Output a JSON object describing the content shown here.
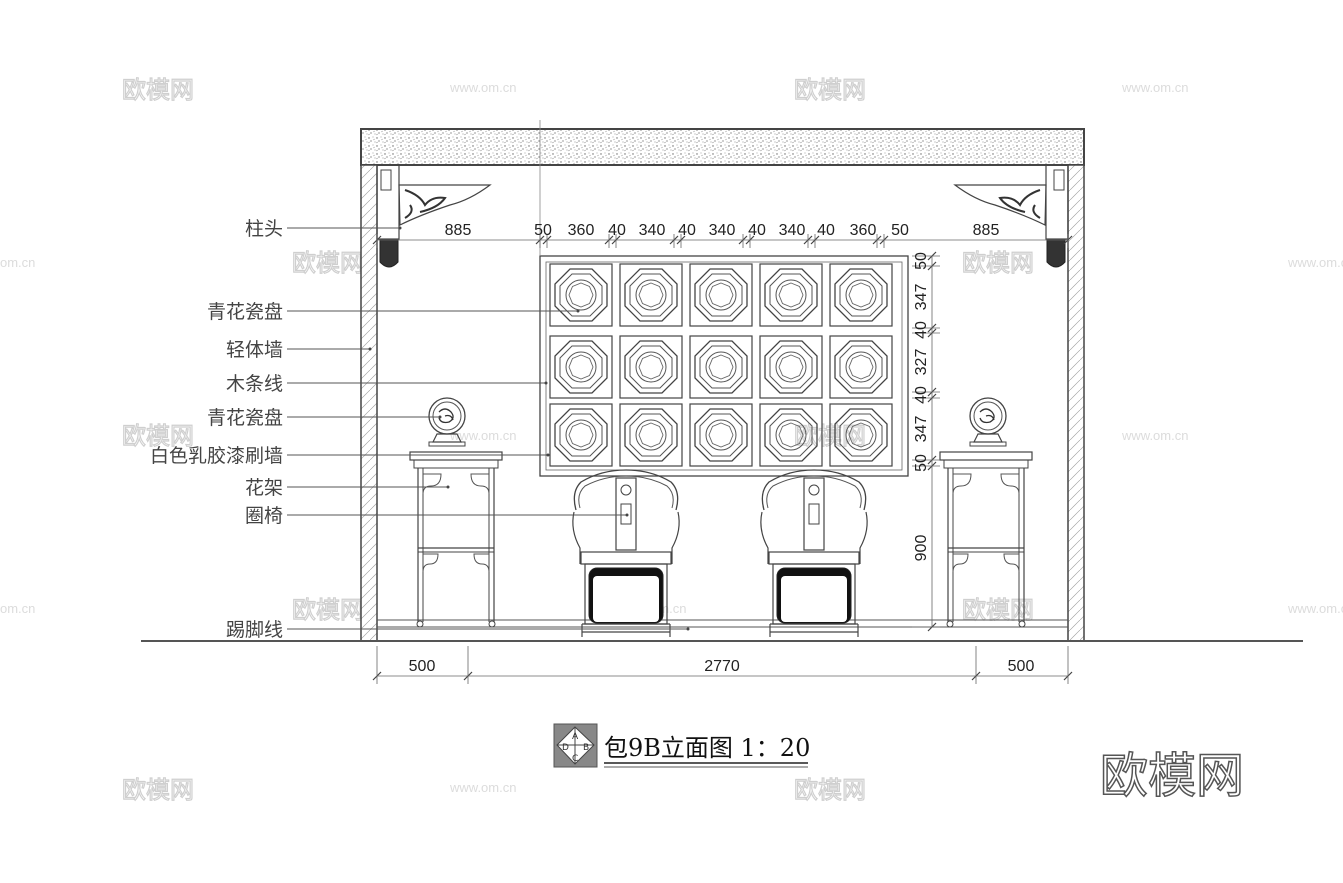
{
  "drawing": {
    "title": "包9B立面图 1：20",
    "stamp_letters": [
      "D",
      "A",
      "B",
      "C"
    ]
  },
  "labels": [
    "柱头",
    "青花瓷盘",
    "轻体墙",
    "木条线",
    "青花瓷盘",
    "白色乳胶漆刷墙",
    "花架",
    "圈椅",
    "踢脚线"
  ],
  "dimensions": {
    "top": [
      "885",
      "50",
      "360",
      "40",
      "340",
      "40",
      "340",
      "40",
      "340",
      "40",
      "360",
      "50",
      "885"
    ],
    "right_vertical": [
      "50",
      "347",
      "40",
      "327",
      "40",
      "347",
      "50",
      "900"
    ],
    "bottom": [
      "500",
      "2770",
      "500"
    ]
  },
  "watermark": {
    "brand": "欧模网",
    "url": "www.om.cn",
    "url_partial": "om.cn"
  }
}
